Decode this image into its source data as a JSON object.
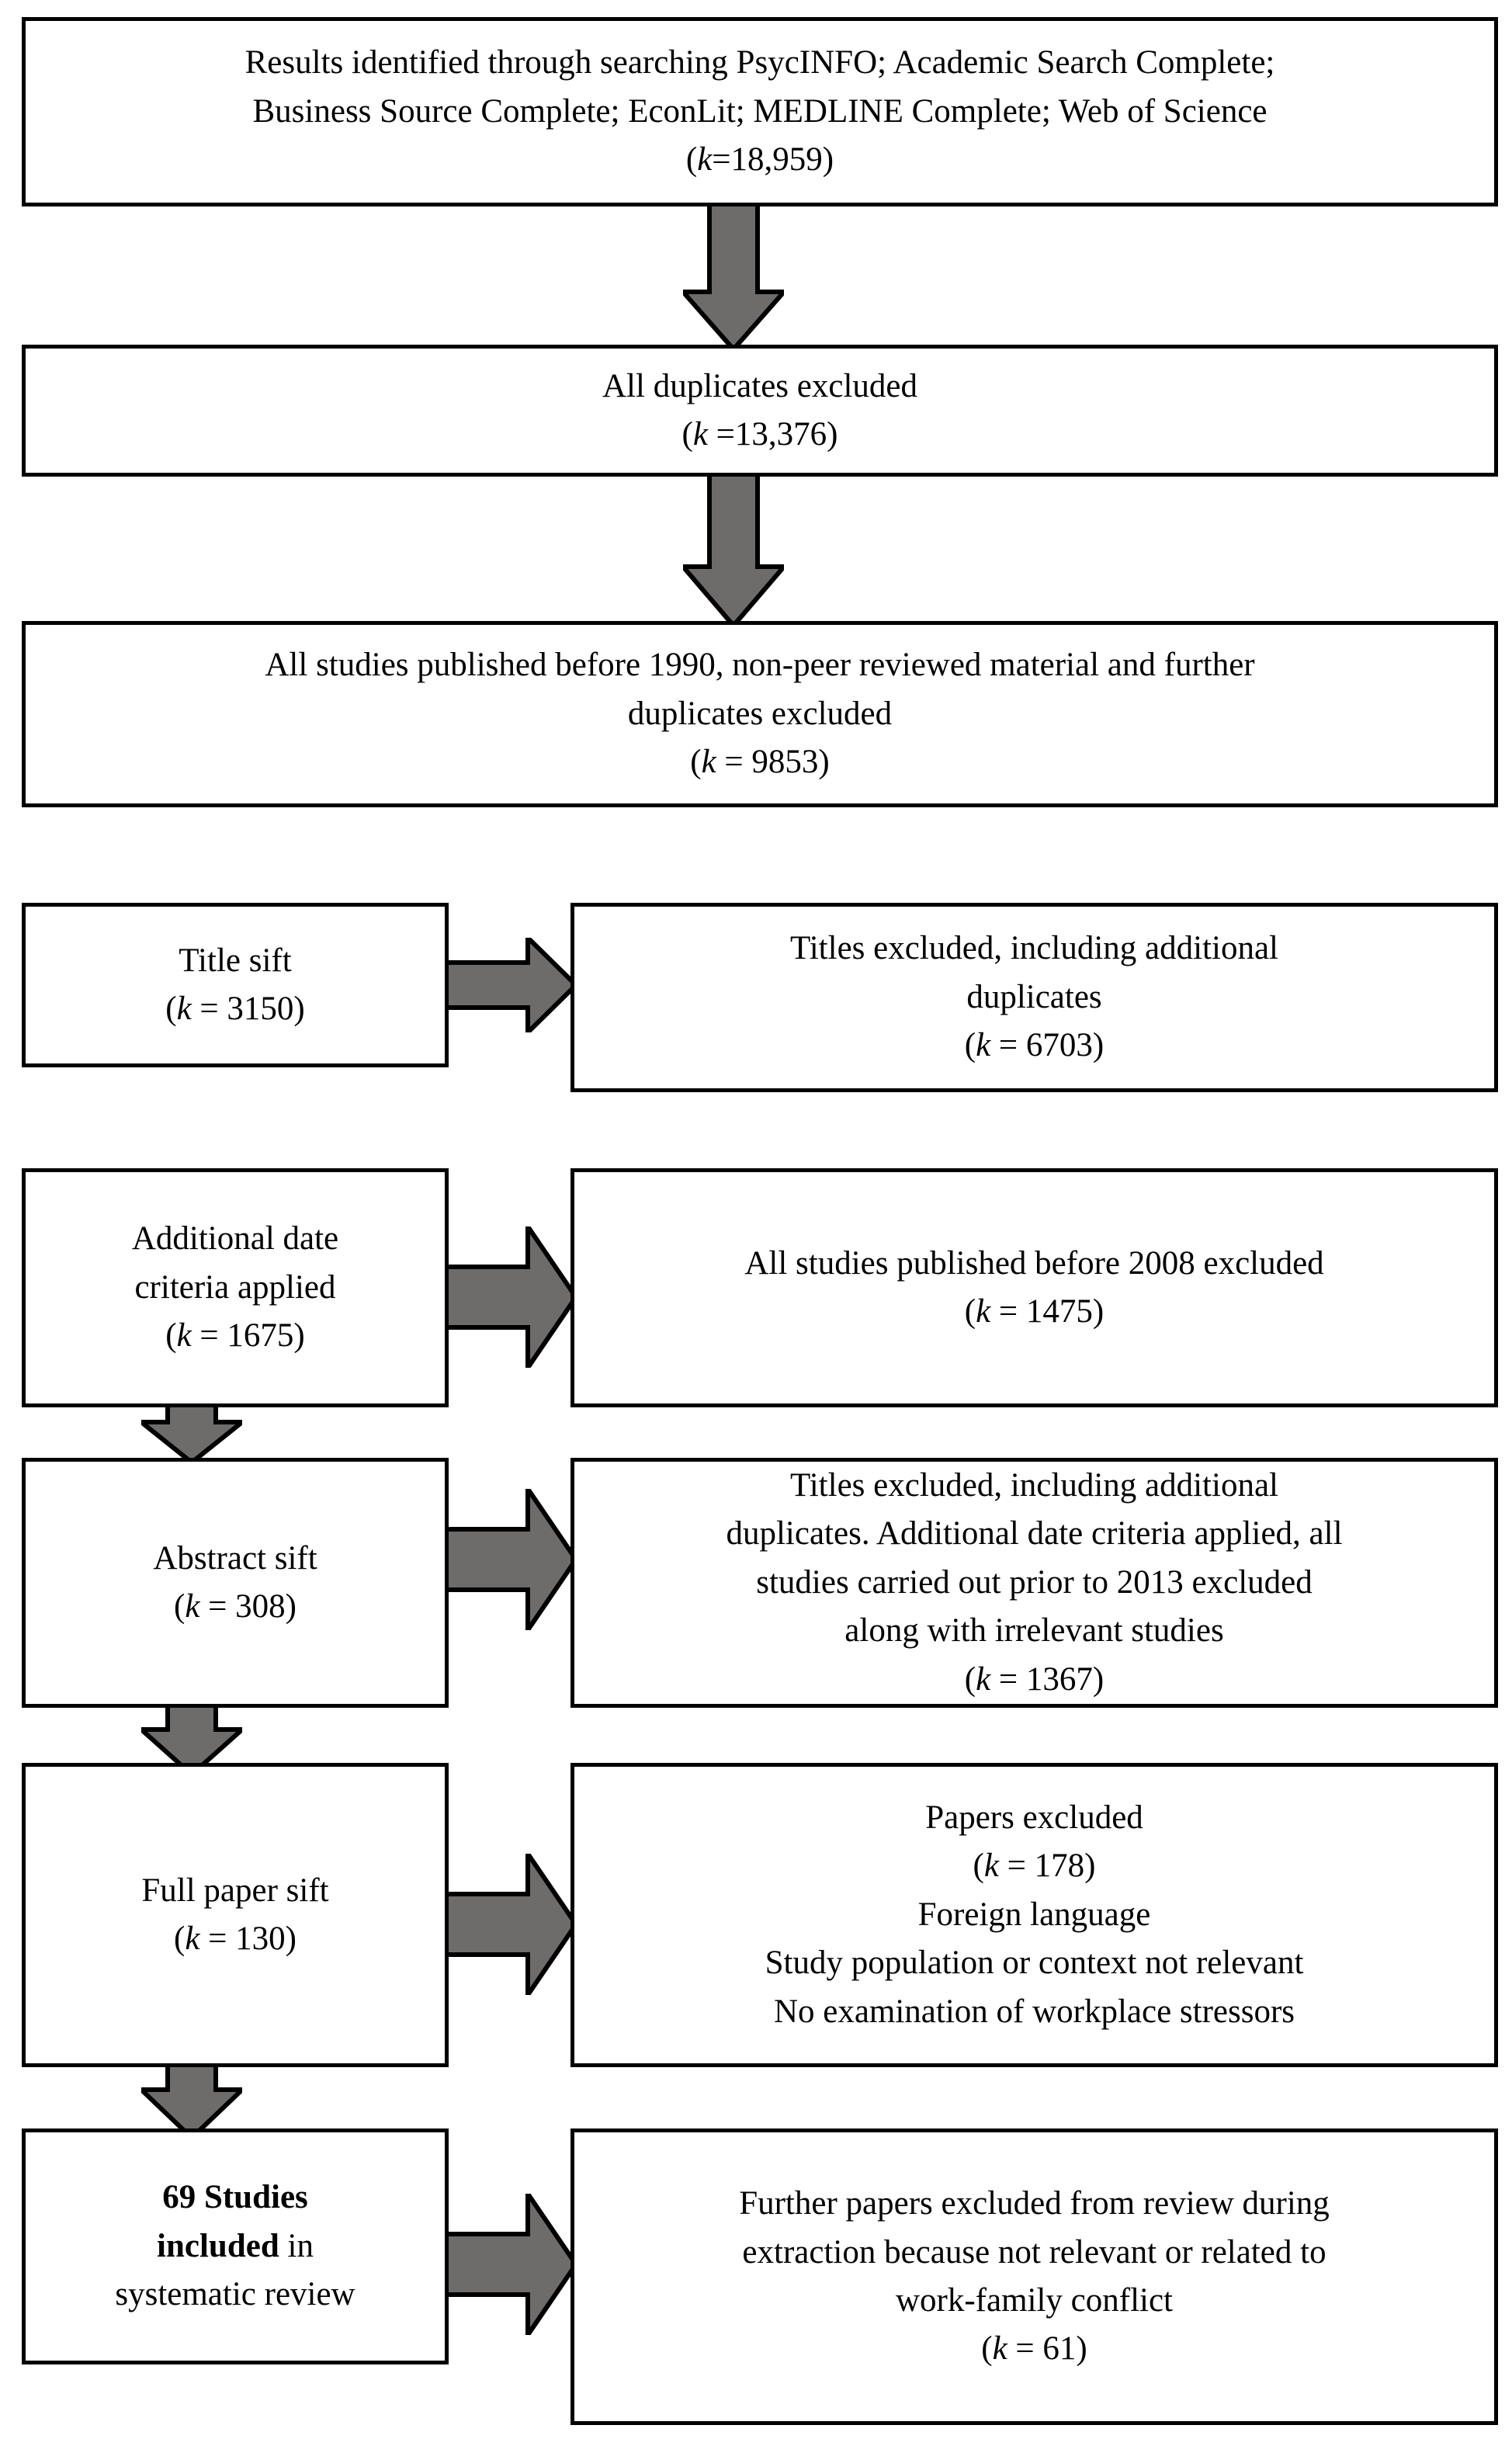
{
  "diagram": {
    "title": "PRISMA systematic review flow diagram",
    "colors": {
      "arrow_fill": "#6e6b6b",
      "arrow_stroke": "#000000",
      "box_border": "#000000",
      "box_fill": "#ffffff",
      "text": "#000000"
    },
    "nodes": [
      {
        "id": "identification",
        "name": "identification-box",
        "lines": [
          "Results identified through searching PsycINFO; Academic Search Complete;",
          "Business Source Complete; EconLit; MEDLINE Complete; Web of Science",
          "(k=18,959)"
        ],
        "count_label": "(k=18,959)",
        "k": 18959
      },
      {
        "id": "duplicates-excluded",
        "name": "duplicates-excluded-box",
        "lines": [
          "All duplicates excluded",
          "(k =13,376)"
        ],
        "count_label": "(k =13,376)",
        "k": 13376
      },
      {
        "id": "pre-1990-excluded",
        "name": "pre-1990-excluded-box",
        "lines": [
          "All studies published before 1990, non-peer reviewed material and further",
          "duplicates excluded",
          "(k = 9853)"
        ],
        "count_label": "(k = 9853)",
        "k": 9853
      },
      {
        "id": "title-sift",
        "name": "title-sift-box",
        "lines": [
          "Title sift",
          "(k = 3150)"
        ],
        "count_label": "(k = 3150)",
        "k": 3150
      },
      {
        "id": "titles-excluded",
        "name": "titles-excluded-box",
        "lines": [
          "Titles excluded, including additional",
          "duplicates",
          "(k = 6703)"
        ],
        "count_label": "(k = 6703)",
        "k": 6703
      },
      {
        "id": "date-criteria",
        "name": "additional-date-criteria-box",
        "lines": [
          "Additional date",
          "criteria applied",
          "(k = 1675)"
        ],
        "count_label": "(k = 1675)",
        "k": 1675
      },
      {
        "id": "pre-2008-excluded",
        "name": "pre-2008-excluded-box",
        "lines": [
          "All studies published before 2008 excluded",
          "(k = 1475)"
        ],
        "count_label": "(k = 1475)",
        "k": 1475
      },
      {
        "id": "abstract-sift",
        "name": "abstract-sift-box",
        "lines": [
          "Abstract sift",
          "(k = 308)"
        ],
        "count_label": "(k = 308)",
        "k": 308
      },
      {
        "id": "abstracts-excluded",
        "name": "abstracts-excluded-box",
        "lines": [
          "Titles excluded, including additional",
          "duplicates. Additional date criteria applied, all",
          "studies carried out prior to 2013 excluded",
          "along with irrelevant studies",
          "(k = 1367)"
        ],
        "count_label": "(k = 1367)",
        "k": 1367
      },
      {
        "id": "full-paper-sift",
        "name": "full-paper-sift-box",
        "lines": [
          "Full paper sift",
          "(k = 130)"
        ],
        "count_label": "(k = 130)",
        "k": 130
      },
      {
        "id": "papers-excluded",
        "name": "papers-excluded-box",
        "lines": [
          "Papers excluded",
          "(k = 178)",
          "Foreign language",
          "Study population or context not relevant",
          "No examination of workplace stressors"
        ],
        "count_label": "(k = 178)",
        "k": 178
      },
      {
        "id": "included",
        "name": "studies-included-box",
        "lines": [
          "69 Studies",
          "included in",
          "systematic review"
        ],
        "count_label": "69",
        "k": 69
      },
      {
        "id": "further-excluded",
        "name": "further-papers-excluded-box",
        "lines": [
          "Further papers excluded from review during",
          "extraction because not relevant or related to",
          "work-family conflict",
          "(k = 61)"
        ],
        "count_label": "(k = 61)",
        "k": 61
      }
    ],
    "text": {
      "identification_l1": "Results identified through searching PsycINFO; Academic Search Complete;",
      "identification_l2": "Business Source Complete; EconLit; MEDLINE Complete; Web of Science",
      "identification_k_open": "(",
      "identification_k_var": "k",
      "identification_k_rest": "=18,959)",
      "duplicates_l1": "All duplicates excluded",
      "duplicates_k_open": "(",
      "duplicates_k_var": "k",
      "duplicates_k_rest": " =13,376)",
      "pre1990_l1": "All studies published before 1990, non-peer reviewed material and further",
      "pre1990_l2": "duplicates excluded",
      "pre1990_k_open": "(",
      "pre1990_k_var": "k",
      "pre1990_k_rest": " = 9853)",
      "title_sift_l1": "Title sift",
      "title_sift_k_open": "(",
      "title_sift_k_var": "k",
      "title_sift_k_rest": " = 3150)",
      "titles_excl_l1": "Titles excluded, including additional",
      "titles_excl_l2": "duplicates",
      "titles_excl_k_open": "(",
      "titles_excl_k_var": "k",
      "titles_excl_k_rest": " = 6703)",
      "date_crit_l1": "Additional date",
      "date_crit_l2": "criteria applied",
      "date_crit_k_open": "(",
      "date_crit_k_var": "k",
      "date_crit_k_rest": " = 1675)",
      "pre2008_l1": "All studies published before 2008 excluded",
      "pre2008_k_open": "(",
      "pre2008_k_var": "k",
      "pre2008_k_rest": " = 1475)",
      "abstract_sift_l1": "Abstract sift",
      "abstract_sift_k_open": "(",
      "abstract_sift_k_var": "k",
      "abstract_sift_k_rest": " = 308)",
      "abstracts_excl_l1": "Titles excluded, including additional",
      "abstracts_excl_l2": "duplicates. Additional date criteria applied, all",
      "abstracts_excl_l3": "studies carried out prior to 2013 excluded",
      "abstracts_excl_l4": "along with irrelevant studies",
      "abstracts_excl_k_open": "(",
      "abstracts_excl_k_var": "k",
      "abstracts_excl_k_rest": " = 1367)",
      "full_paper_l1": "Full paper sift",
      "full_paper_k_open": "(",
      "full_paper_k_var": "k",
      "full_paper_k_rest": " = 130)",
      "papers_excl_l1": "Papers excluded",
      "papers_excl_k_open": "(",
      "papers_excl_k_var": "k",
      "papers_excl_k_rest": " = 178)",
      "papers_excl_l3": "Foreign language",
      "papers_excl_l4": "Study population or context not relevant",
      "papers_excl_l5": "No examination of workplace stressors",
      "included_bold1": "69 Studies",
      "included_bold2": "included",
      "included_plain2": " in",
      "included_l3": "systematic review",
      "further_excl_l1": "Further papers excluded from review during",
      "further_excl_l2": "extraction because not relevant or related to",
      "further_excl_l3": "work-family conflict",
      "further_excl_k_open": "(",
      "further_excl_k_var": "k",
      "further_excl_k_rest": " = 61)"
    },
    "arrows": [
      {
        "name": "arrow-identification-to-duplicates",
        "direction": "down"
      },
      {
        "name": "arrow-duplicates-to-pre1990",
        "direction": "down"
      },
      {
        "name": "arrow-title-sift-to-titles-excluded",
        "direction": "right"
      },
      {
        "name": "arrow-date-criteria-to-pre2008-excluded",
        "direction": "right"
      },
      {
        "name": "arrow-date-criteria-to-abstract-sift",
        "direction": "down"
      },
      {
        "name": "arrow-abstract-sift-to-abstracts-excluded",
        "direction": "right"
      },
      {
        "name": "arrow-abstract-sift-to-full-paper-sift",
        "direction": "down"
      },
      {
        "name": "arrow-full-paper-sift-to-papers-excluded",
        "direction": "right"
      },
      {
        "name": "arrow-full-paper-sift-to-included",
        "direction": "down"
      },
      {
        "name": "arrow-included-to-further-excluded",
        "direction": "right"
      }
    ]
  }
}
